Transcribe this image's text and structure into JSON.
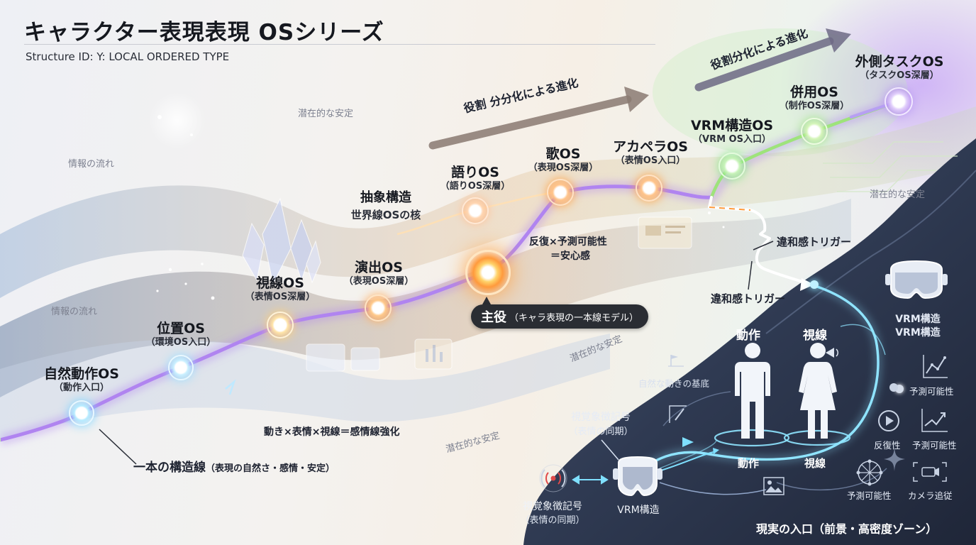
{
  "header": {
    "title": "キャラクター表現表現 OSシリーズ",
    "structure_id": "Structure ID: Y: LOCAL ORDERED TYPE"
  },
  "nodes": [
    {
      "id": "shizen",
      "title": "自然動作OS",
      "sub": "（動作入口）"
    },
    {
      "id": "ichi",
      "title": "位置OS",
      "sub": "（環境OS入口）"
    },
    {
      "id": "shisen",
      "title": "視線OS",
      "sub": "（表情OS深層）"
    },
    {
      "id": "enshutsu",
      "title": "演出OS",
      "sub": "（表現OS深層）"
    },
    {
      "id": "chusho",
      "title": "抽象構造",
      "sub": "世界線OSの核"
    },
    {
      "id": "katari",
      "title": "語りOS",
      "sub": "（語りOS深層）"
    },
    {
      "id": "uta",
      "title": "歌OS",
      "sub": "（表現OS深層）"
    },
    {
      "id": "acapella",
      "title": "アカペラOS",
      "sub": "（表情OS入口）"
    },
    {
      "id": "vrm",
      "title": "VRM構造OS",
      "sub": "（VRM OS入口）"
    },
    {
      "id": "heiyo",
      "title": "併用OS",
      "sub": "（制作OS深層）"
    },
    {
      "id": "sotogawa",
      "title": "外側タスクOS",
      "sub": "（タスクOS深層）"
    }
  ],
  "protagonist": {
    "main": "主役",
    "sub": "（キャラ表現の一本線モデル）"
  },
  "arrows": {
    "left": "役割 分分化による進化",
    "right": "役割分化による進化"
  },
  "notes": {
    "flow_top": "情報の流れ",
    "flow_mid": "情報の流れ",
    "stable_top": "潜在的な安定",
    "stable_right": "潜在的な安定",
    "stable_mid": "潜在的な安定",
    "stable_bottom": "潜在的な安定"
  },
  "texts": {
    "repeat_1": "反復×予測可能性",
    "repeat_2": "＝安心感",
    "iwakan_1": "違和感トリガー",
    "iwakan_2": "違和感トリガー",
    "emotion": "動き×表情×視線＝感情線強化",
    "structure_main": "一本の構造線",
    "structure_sub": "（表現の自然さ・感情・安定）"
  },
  "right_zone": {
    "vrm_stack_1": "VRM構造",
    "vrm_stack_2": "VRM構造",
    "dousa_top": "動作",
    "shisen_top": "視線",
    "dousa_bottom": "動作",
    "shisen_bottom": "視線",
    "kiso": "自然な動きの基底",
    "visual_top_1": "視覚象徴記号",
    "visual_top_2": "（表情の同期）",
    "visual_bot_1": "視覚象徴記号",
    "visual_bot_2": "（表情の同期）",
    "vrm_bottom": "VRM構造",
    "yosoku_1": "予測可能性",
    "hanpuku": "反復性",
    "yosoku_2": "予測可能性",
    "yosoku_3": "予測可能性",
    "camera": "カメラ追従",
    "entrance": "現実の入口（前景・高密度ゾーン）"
  },
  "colors": {
    "line_blue": "#7fd8ff",
    "line_orange": "#ff9a3c",
    "line_green": "#7be37b",
    "line_purple": "#b084f0",
    "dark_zone": "#2f3a52",
    "accent_text": "#15181f"
  }
}
